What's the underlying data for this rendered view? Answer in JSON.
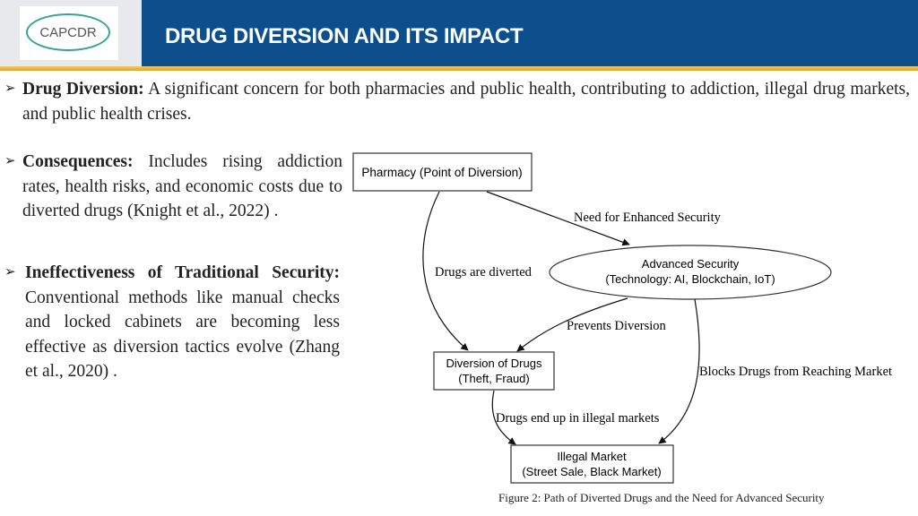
{
  "logo": {
    "text": "CAPCDR"
  },
  "header": {
    "title": "DRUG DIVERSION AND ITS IMPACT"
  },
  "bullets": [
    {
      "bold": "Drug Diversion:",
      "text": " A significant concern for both pharmacies and public health, contributing to addiction, illegal drug markets, and public health crises."
    },
    {
      "bold": "Consequences:",
      "text": " Includes rising addiction rates, health risks, and economic costs due to diverted drugs (Knight et al., 2022) ."
    },
    {
      "bold": "Ineffectiveness of Traditional Security:",
      "text": " Conventional methods like manual checks and locked cabinets are becoming less effective as diversion tactics evolve (Zhang et al., 2020) ."
    }
  ],
  "diagram": {
    "nodes": {
      "pharmacy": "Pharmacy (Point of Diversion)",
      "security_line1": "Advanced Security",
      "security_line2": "(Technology: AI, Blockchain, IoT)",
      "diversion_line1": "Diversion of Drugs",
      "diversion_line2": "(Theft, Fraud)",
      "market_line1": "Illegal Market",
      "market_line2": "(Street Sale, Black Market)"
    },
    "edges": {
      "need": "Need for Enhanced Security",
      "diverted": "Drugs are diverted",
      "prevents": "Prevents Diversion",
      "blocks": "Blocks Drugs from Reaching Market",
      "end_up": "Drugs end up in illegal markets"
    },
    "caption": "Figure 2: Path of Diverted Drugs and the Need for Advanced Security"
  }
}
